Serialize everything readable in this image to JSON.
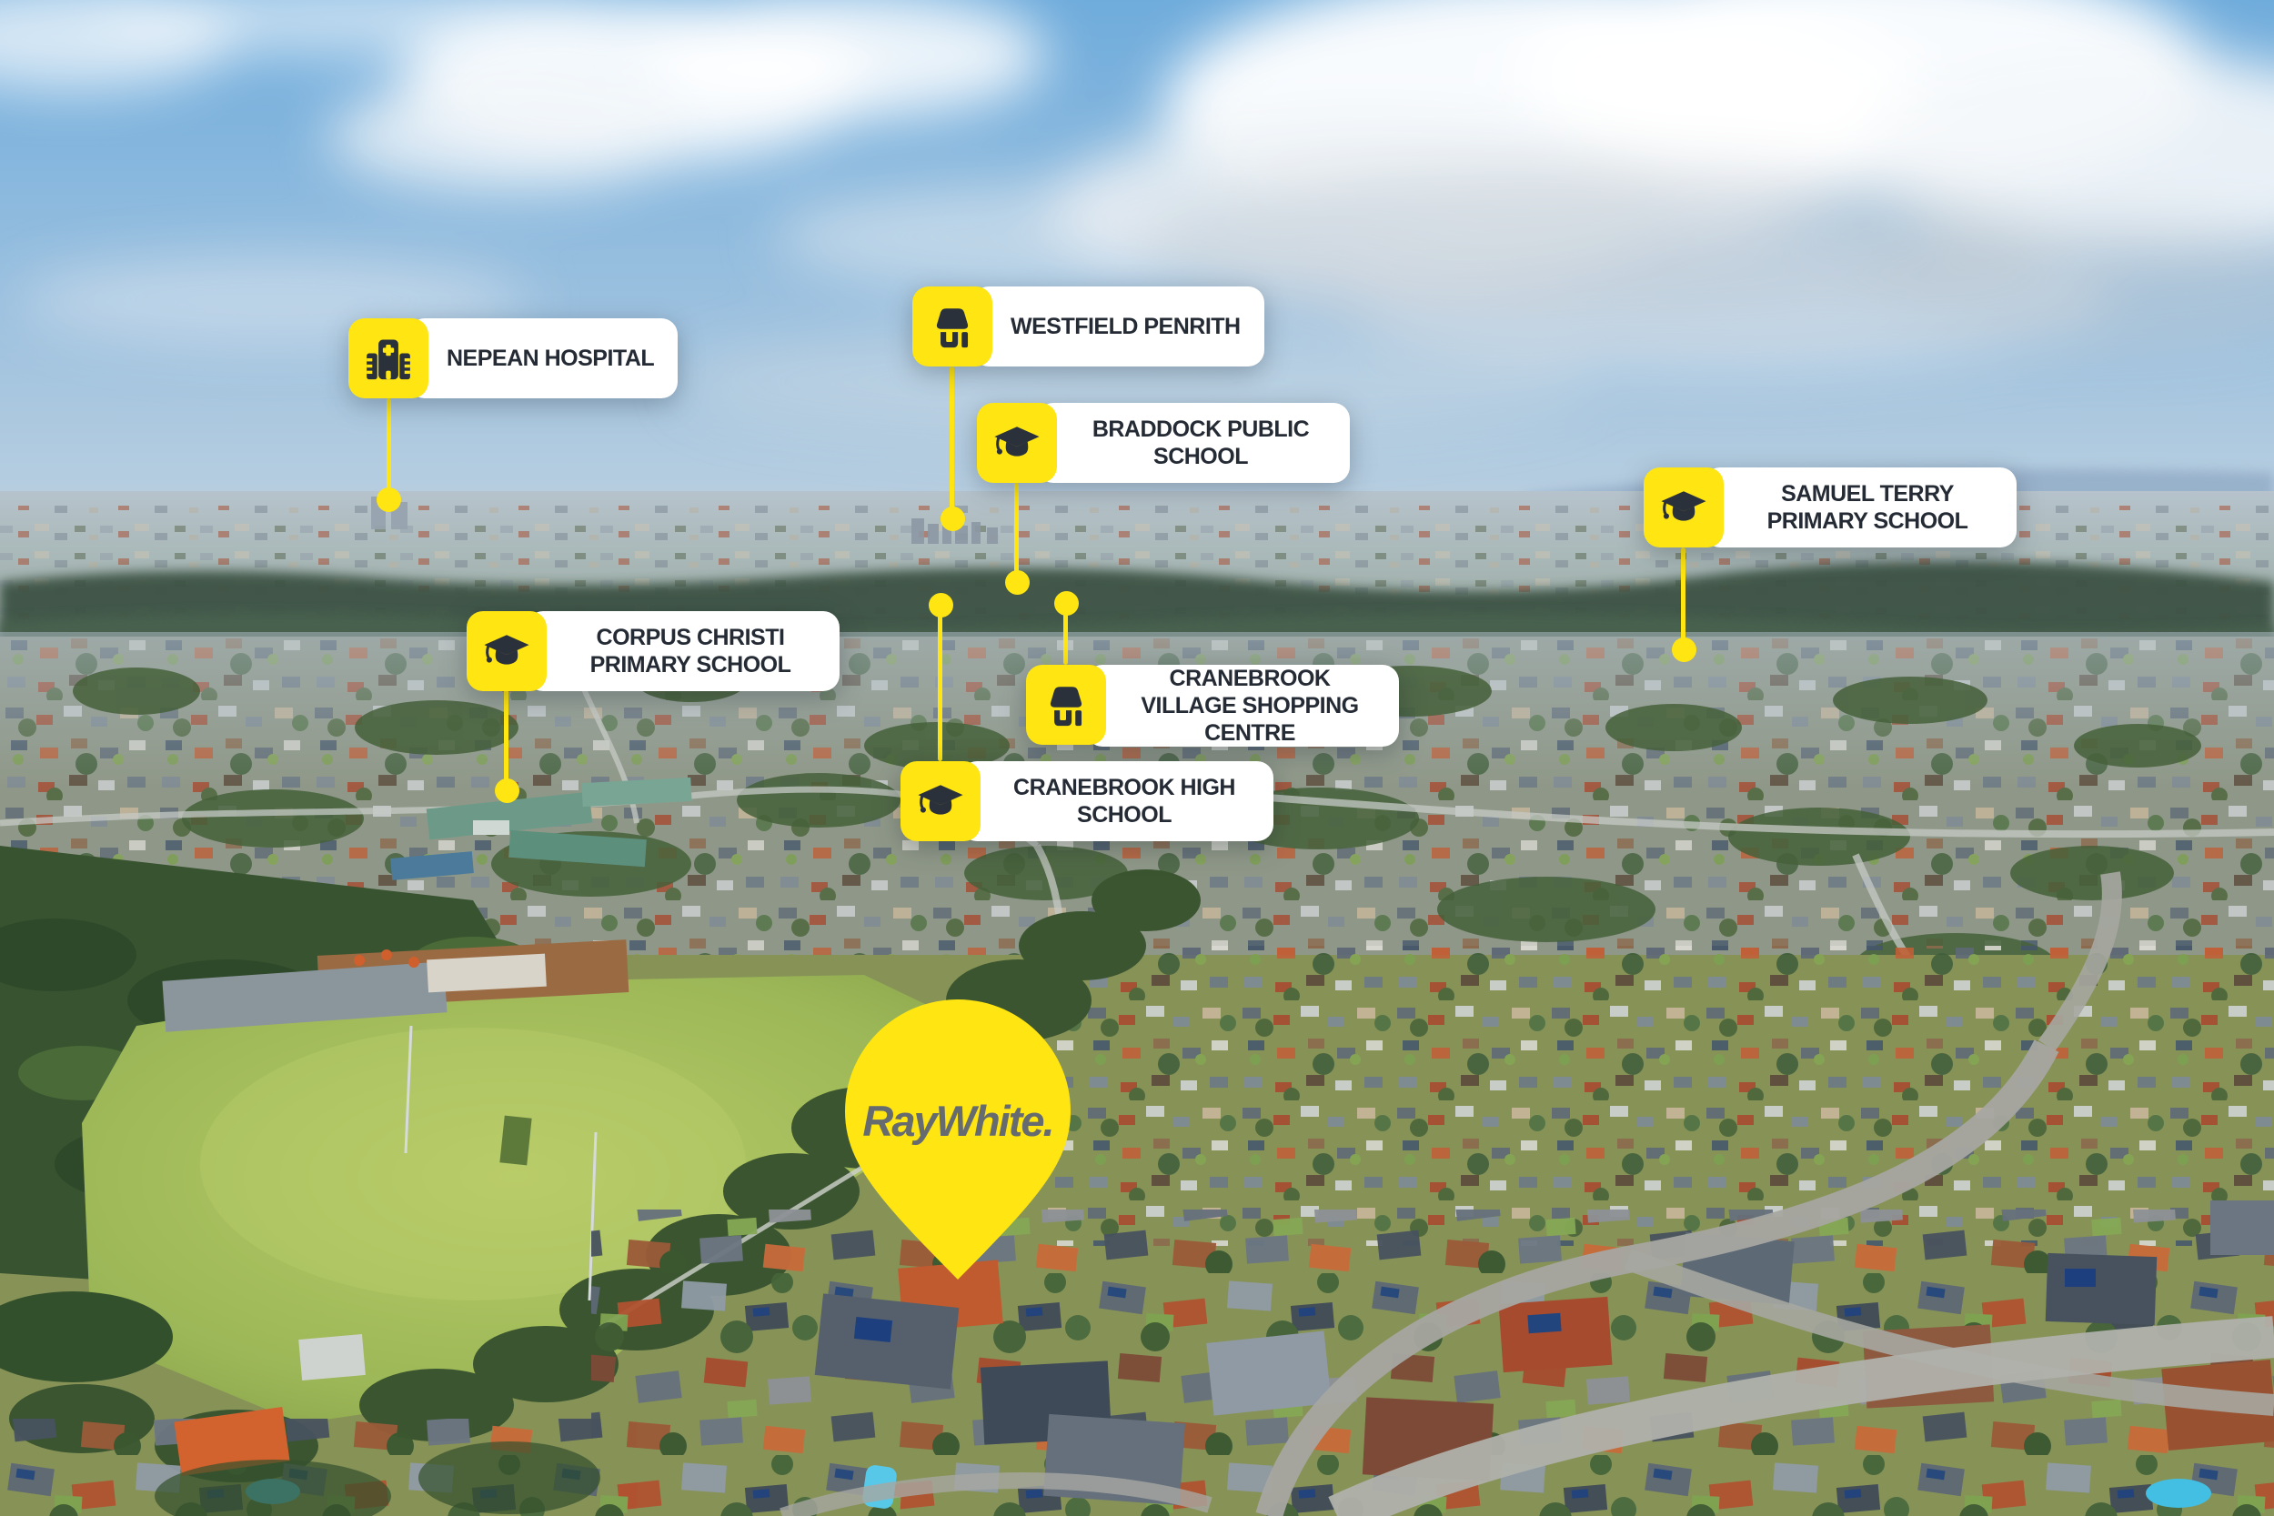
{
  "brand": {
    "name": "Ray White"
  },
  "colors": {
    "brand_yellow": "#FFE512",
    "callout_text": "#252B35",
    "icon_glyph": "#2B313B",
    "logo_text_gray": "#666B70"
  },
  "pois": [
    {
      "id": "nepean-hospital",
      "label": "NEPEAN HOSPITAL",
      "icon": "hospital-icon"
    },
    {
      "id": "westfield-penrith",
      "label": "WESTFIELD PENRITH",
      "icon": "store-icon"
    },
    {
      "id": "braddock-public-school",
      "label": "BRADDOCK PUBLIC SCHOOL",
      "icon": "graduation-cap-icon"
    },
    {
      "id": "samuel-terry-primary-school",
      "label": "SAMUEL TERRY PRIMARY SCHOOL",
      "icon": "graduation-cap-icon"
    },
    {
      "id": "corpus-christi-primary-school",
      "label": "CORPUS CHRISTI PRIMARY SCHOOL",
      "icon": "graduation-cap-icon"
    },
    {
      "id": "cranebrook-village-shopping-centre",
      "label": "CRANEBROOK VILLAGE SHOPPING CENTRE",
      "icon": "store-icon"
    },
    {
      "id": "cranebrook-high-school",
      "label": "CRANEBROOK HIGH SCHOOL",
      "icon": "graduation-cap-icon"
    }
  ],
  "property_pin": {
    "brand_label": "RayWhite."
  }
}
